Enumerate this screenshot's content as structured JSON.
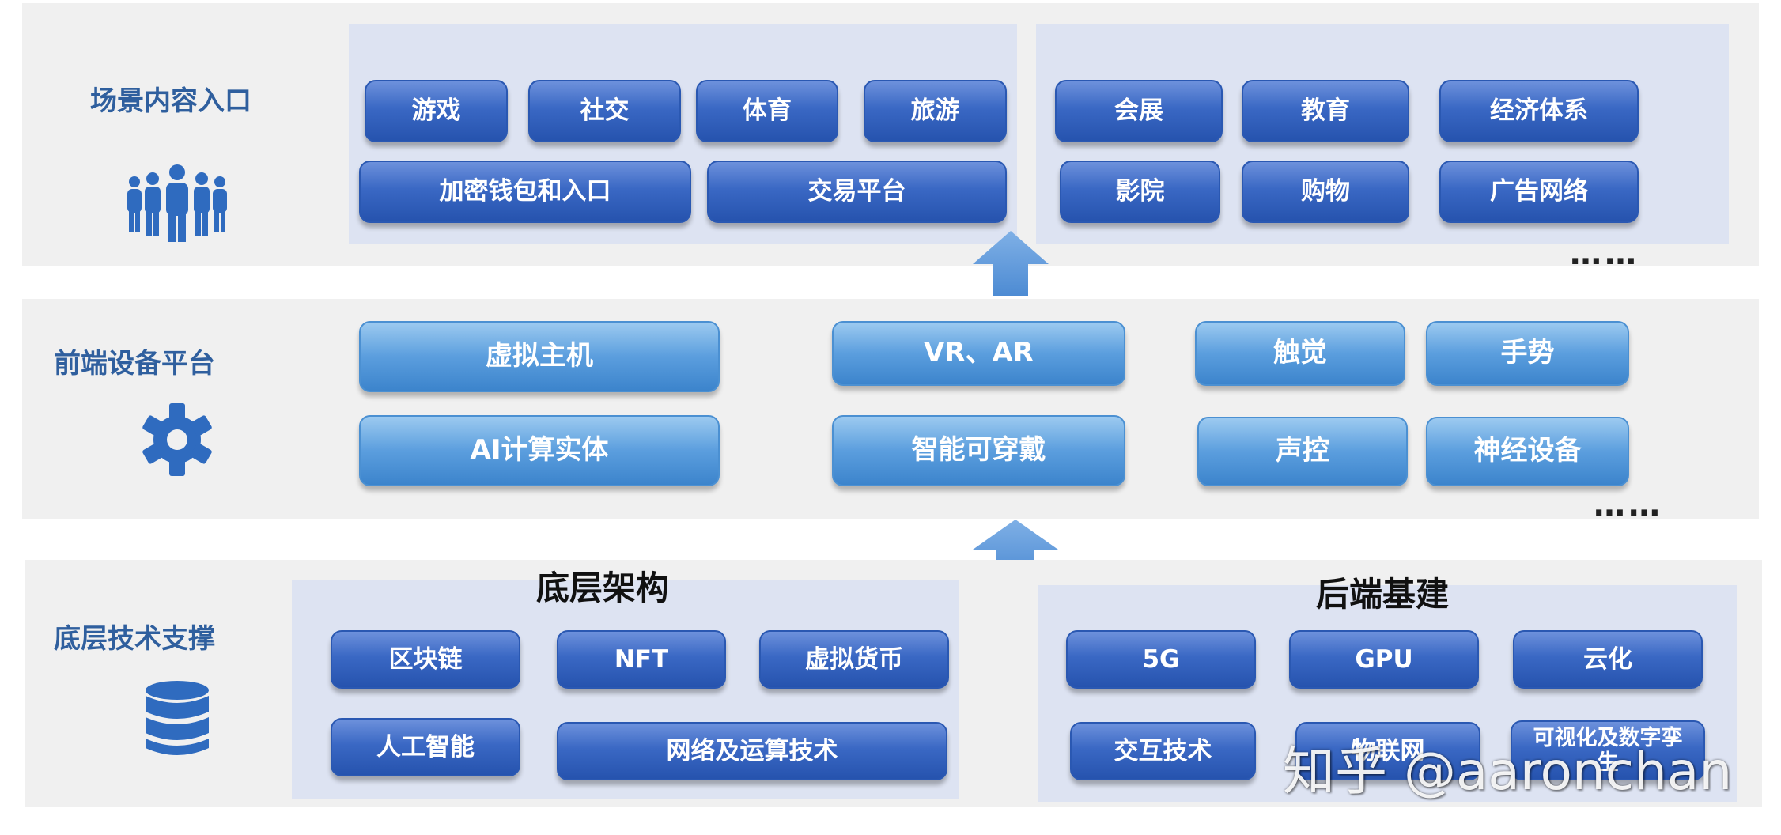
{
  "layers": {
    "scene": {
      "title": "场景内容入口",
      "icon": "people-group-icon",
      "left_items": [
        "游戏",
        "社交",
        "体育",
        "旅游",
        "加密钱包和入口",
        "交易平台"
      ],
      "right_items": [
        "会展",
        "教育",
        "经济体系",
        "影院",
        "购物",
        "广告网络"
      ],
      "ellipsis": "……"
    },
    "frontend": {
      "title": "前端设备平台",
      "icon": "gear-icon",
      "items": [
        "虚拟主机",
        "AI计算实体",
        "VR、AR",
        "智能可穿戴",
        "触觉",
        "手势",
        "声控",
        "神经设备"
      ],
      "ellipsis": "……"
    },
    "base": {
      "title": "底层技术支撑",
      "icon": "database-icon",
      "infra_title": "底层架构",
      "infra_items": [
        "区块链",
        "NFT",
        "虚拟货币",
        "人工智能",
        "网络及运算技术"
      ],
      "backend_title": "后端基建",
      "backend_items": [
        "5G",
        "GPU",
        "云化",
        "交互技术",
        "物联网",
        "可视化及数字孪生"
      ]
    }
  },
  "arrows": [
    "up-arrow-icon",
    "up-arrow-icon"
  ],
  "watermark": "知乎 @aaronchan",
  "colors": {
    "band_bg": "#f0f0f0",
    "panel_bg": "#dde3f2",
    "title_blue": "#2f5f9e",
    "dark_button": "#3a68c4",
    "light_button": "#5b9ede"
  }
}
